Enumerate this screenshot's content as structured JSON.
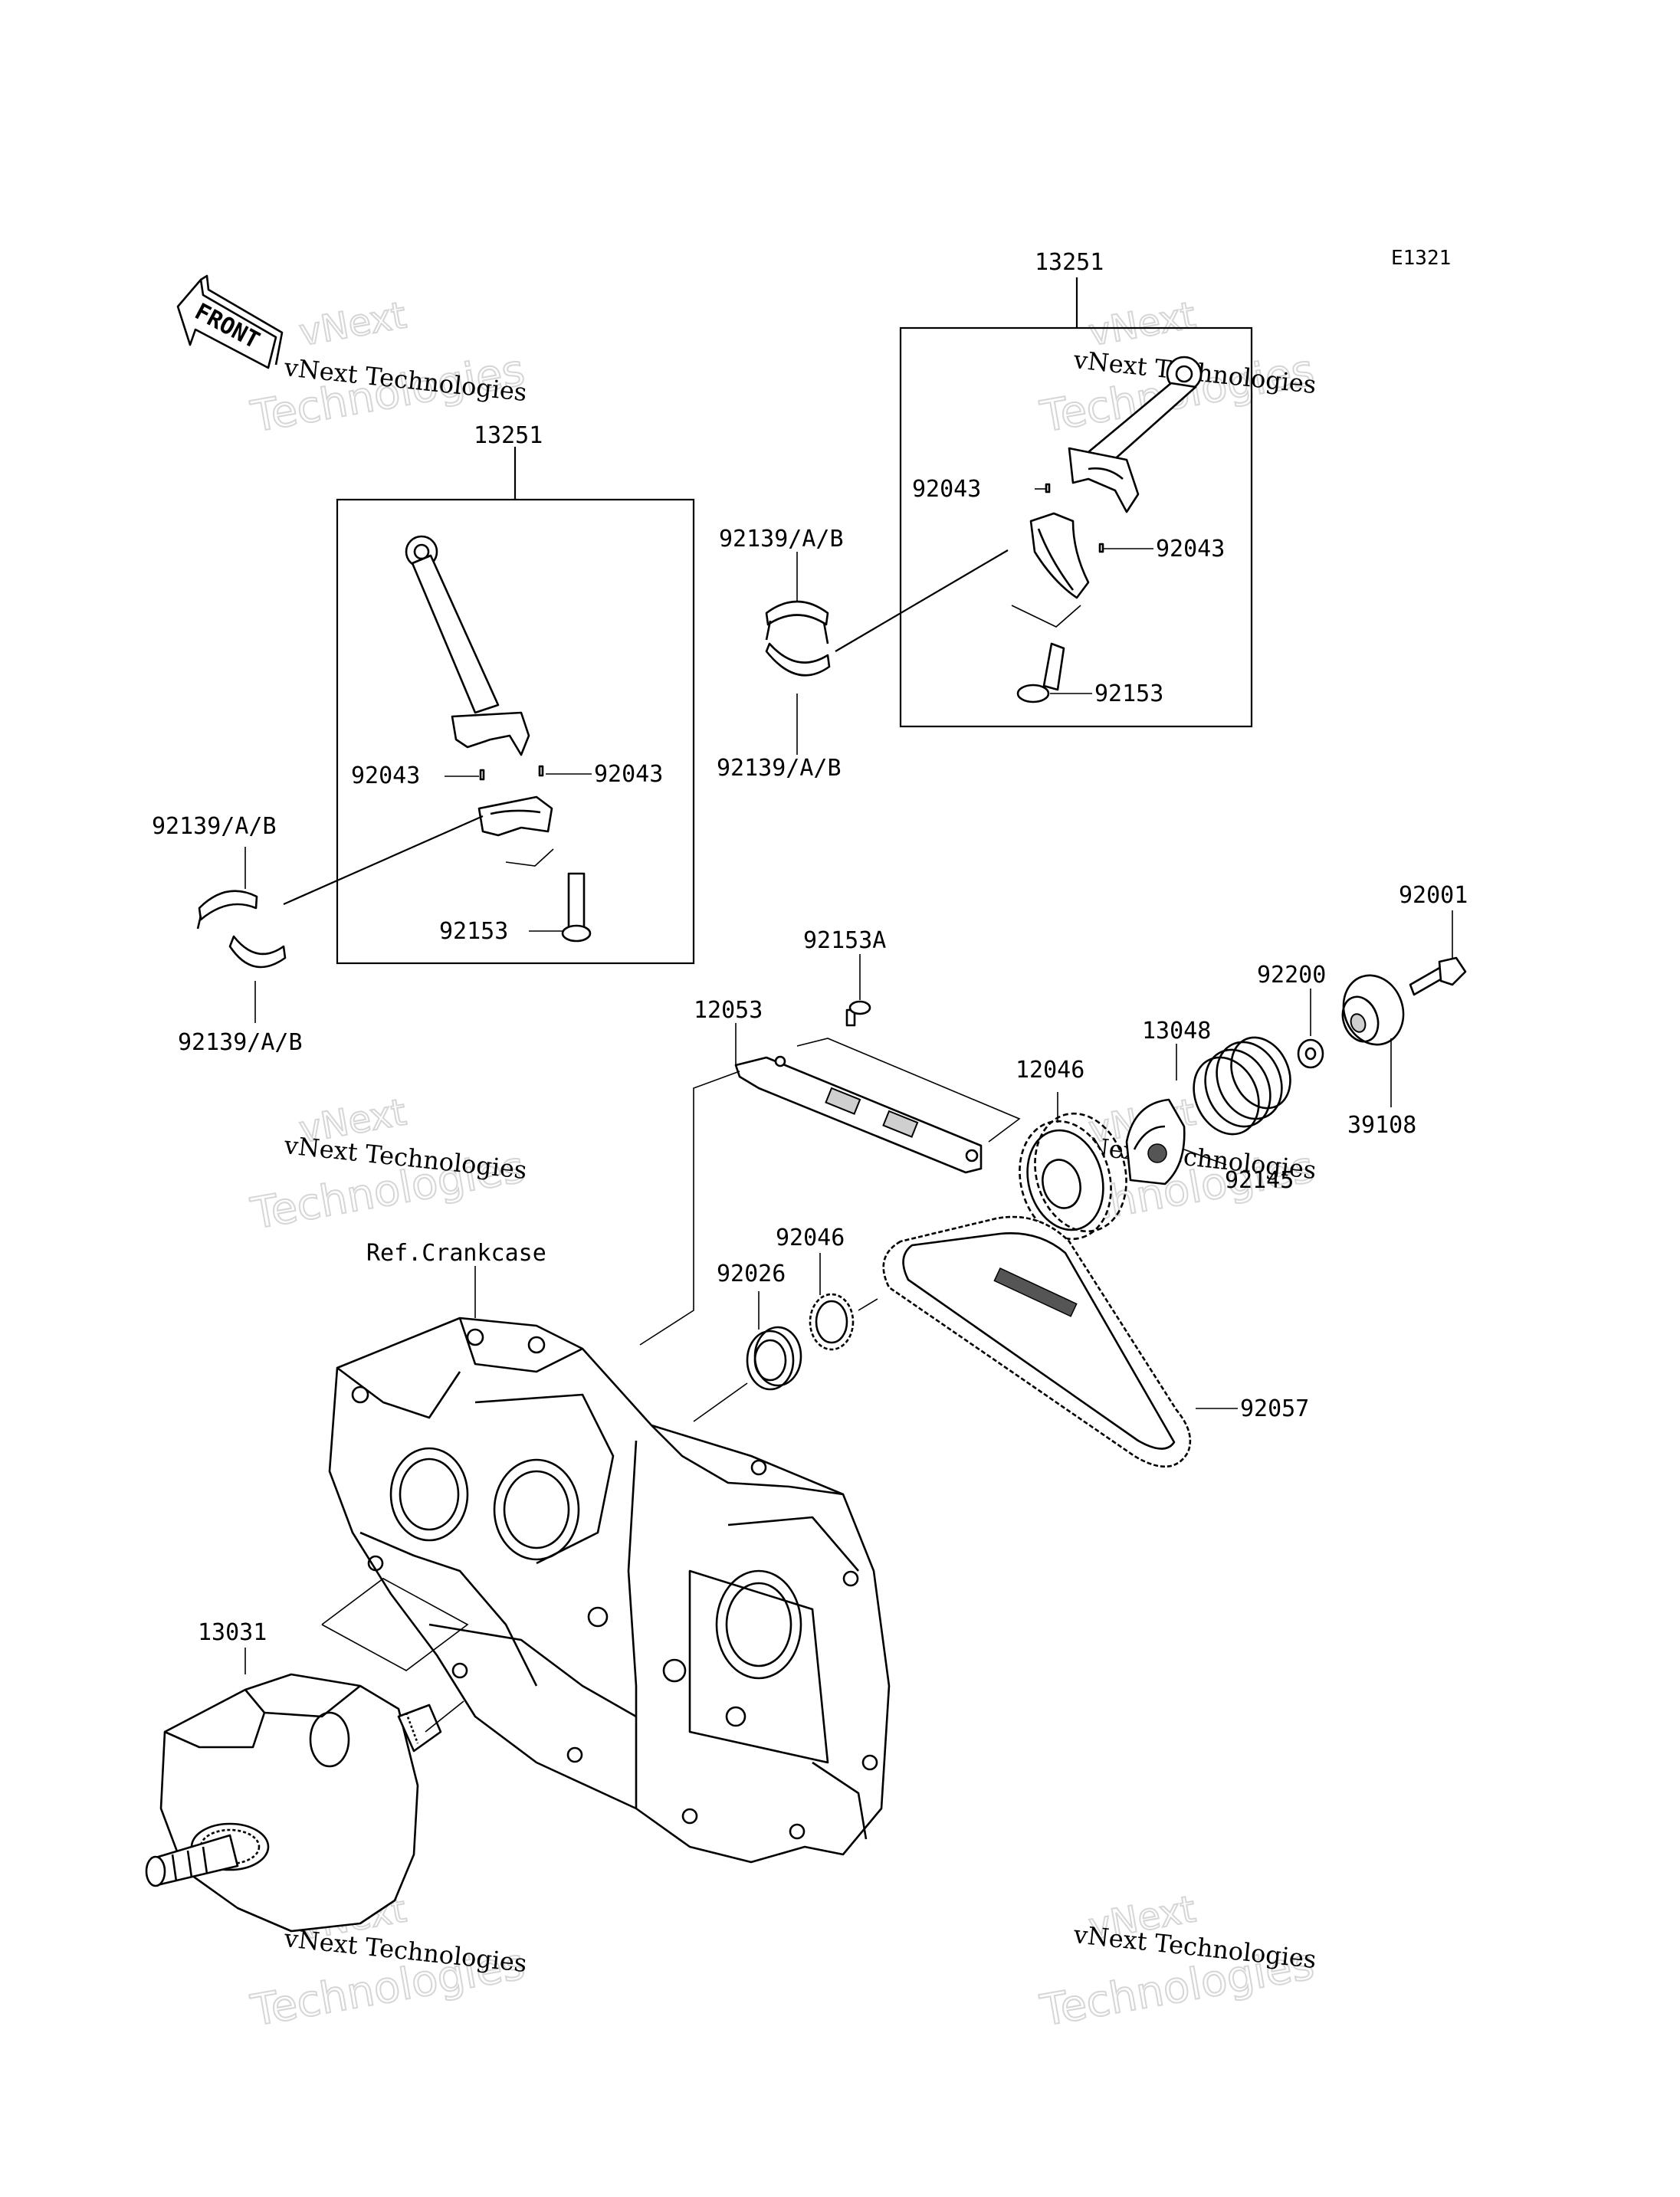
{
  "diagram_code": "E1321",
  "front_label": "FRONT",
  "watermark": {
    "company": "vNext Technologies",
    "word1": "vNext",
    "word2": "Technologies"
  },
  "parts": {
    "conrod_assy_right": "13251",
    "conrod_assy_left": "13251",
    "pin_r_upper_left": "92043",
    "pin_r_lower_right": "92043",
    "bolt_r": "92153",
    "bearing_r_upper": "92139/A/B",
    "bearing_r_lower": "92139/A/B",
    "pin_l_left": "92043",
    "pin_l_right": "92043",
    "bolt_l": "92153",
    "bearing_l_upper": "92139/A/B",
    "bearing_l_lower": "92139/A/B",
    "bolt_92001": "92001",
    "washer_92200": "92200",
    "cover_39108": "39108",
    "bolt_92153a": "92153A",
    "guide_12053": "12053",
    "spring_13048": "13048",
    "sprocket_12046": "12046",
    "bearing_92145": "92145",
    "washer_92046": "92046",
    "seal_92026": "92026",
    "chain_92057": "92057",
    "ref_crankcase": "Ref.Crankcase",
    "crankshaft_13031": "13031"
  }
}
